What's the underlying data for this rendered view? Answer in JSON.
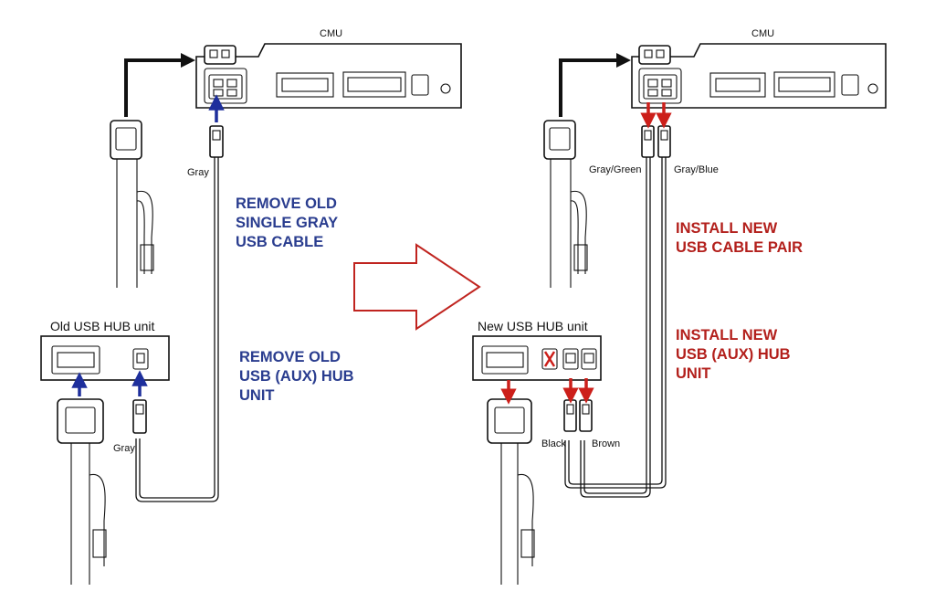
{
  "colors": {
    "remove_text": "#2a3d8f",
    "install_text": "#b3201c",
    "remove_arrow": "#1e2f9c",
    "install_arrow": "#cc1f1a",
    "big_arrow": "#c0241f",
    "line": "#111111"
  },
  "before": {
    "cmu_label": "CMU",
    "cable_label_top": "Gray",
    "cable_label_bottom": "Gray",
    "hub_title": "Old USB HUB unit",
    "instruction_cable": [
      "REMOVE OLD",
      "SINGLE GRAY",
      "USB CABLE"
    ],
    "instruction_hub": [
      "REMOVE OLD",
      "USB (AUX) HUB",
      "UNIT"
    ]
  },
  "after": {
    "cmu_label": "CMU",
    "cable_label_left": "Gray/Green",
    "cable_label_right": "Gray/Blue",
    "cable_label_black": "Black",
    "cable_label_brown": "Brown",
    "hub_title": "New USB HUB unit",
    "instruction_cable": [
      "INSTALL NEW",
      "USB CABLE PAIR"
    ],
    "instruction_hub": [
      "INSTALL NEW",
      "USB (AUX) HUB",
      "UNIT"
    ]
  },
  "transition_icon": "right-arrow-outline"
}
